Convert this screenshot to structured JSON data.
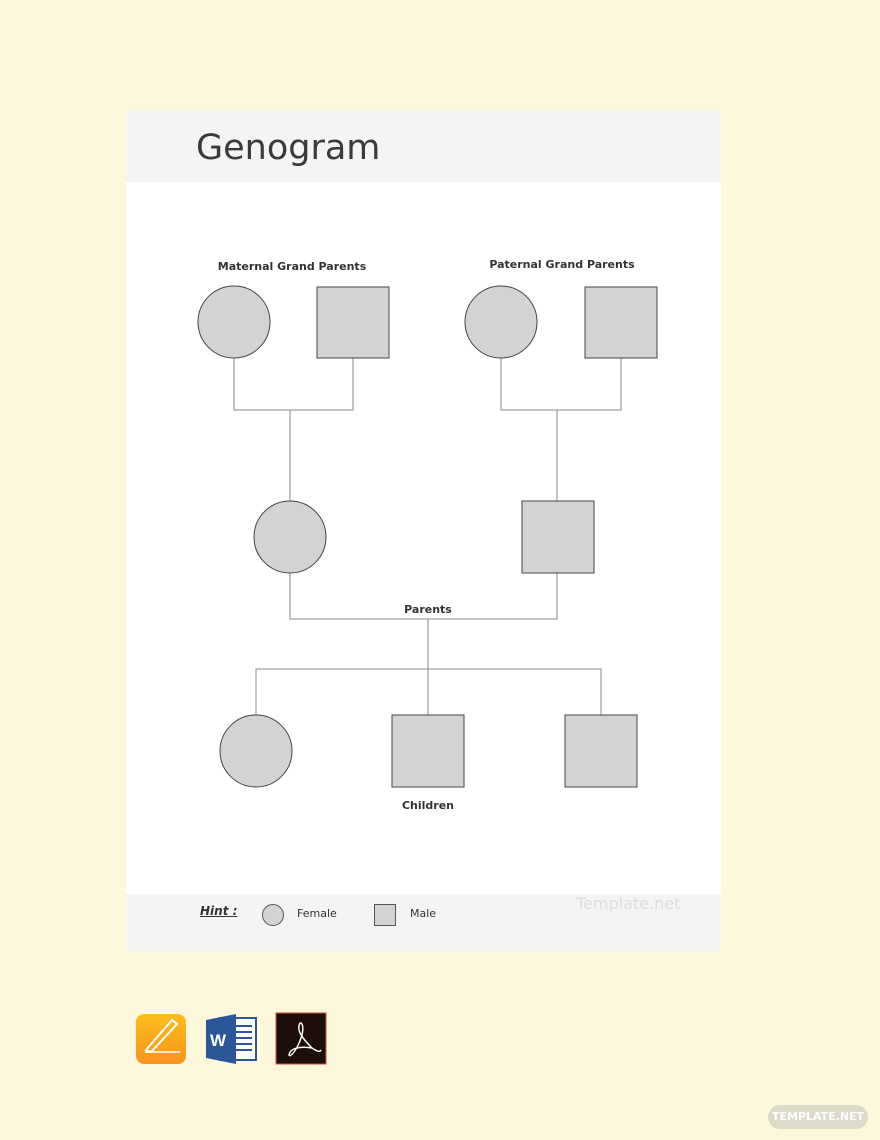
{
  "title": "Genogram",
  "labels": {
    "maternal": "Maternal Grand Parents",
    "paternal": "Paternal Grand Parents",
    "parents": "Parents",
    "children": "Children"
  },
  "legend": {
    "hint": "Hint :",
    "female": "Female",
    "male": "Male"
  },
  "watermark": "Template.net",
  "apps": [
    "pages-icon",
    "word-icon",
    "acrobat-icon"
  ],
  "badge": "TEMPLATE.NET",
  "colors": {
    "background": "#fdf8dc",
    "shape_fill": "#d3d3d3",
    "panel": "#f4f4f4"
  }
}
